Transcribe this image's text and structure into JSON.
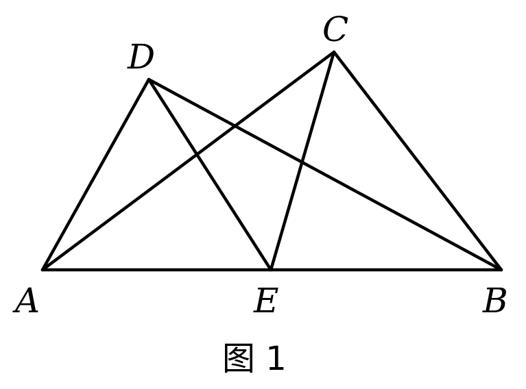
{
  "figure": {
    "caption": "图 1",
    "points": {
      "A": "A",
      "B": "B",
      "C": "C",
      "D": "D",
      "E": "E"
    }
  }
}
